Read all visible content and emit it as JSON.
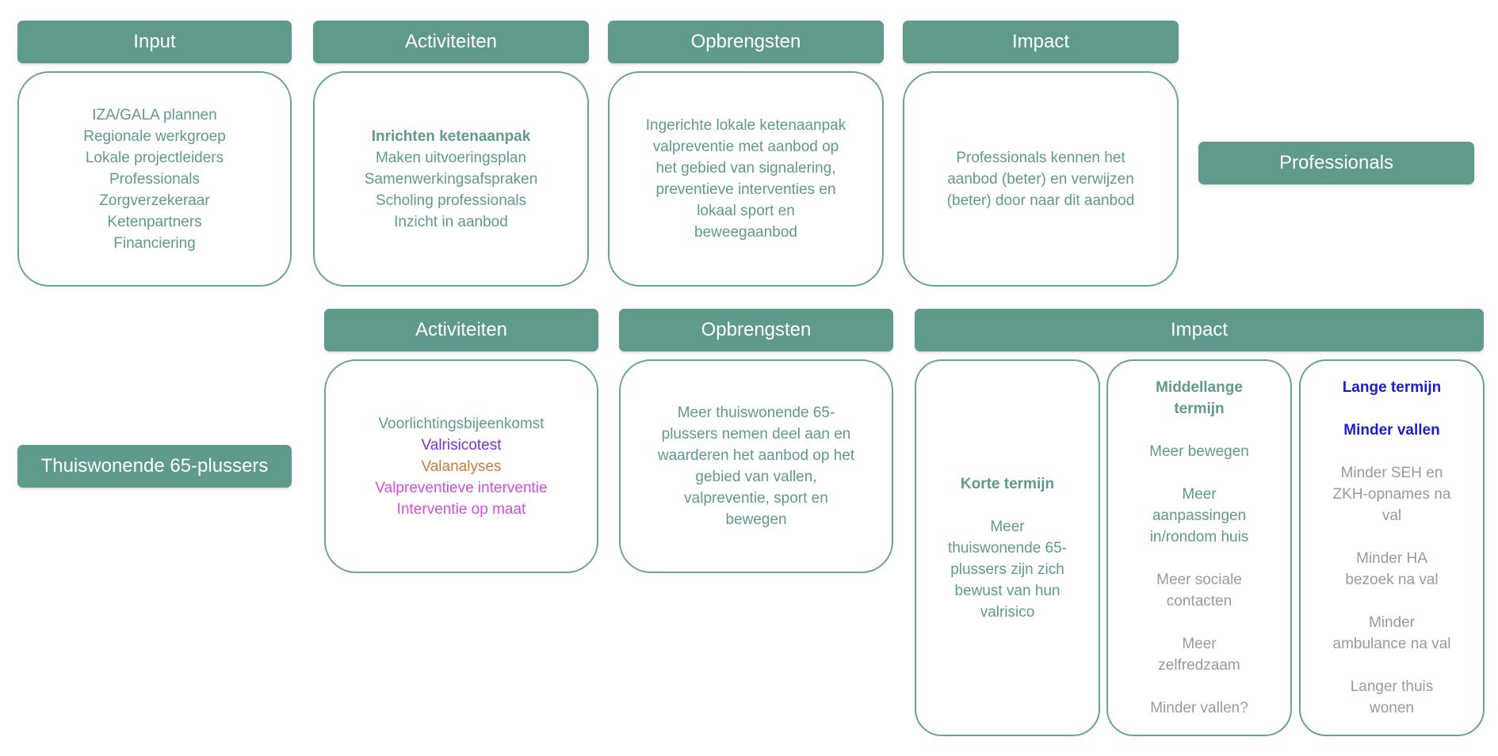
{
  "colors": {
    "header_fill": "#5f9a8d",
    "box_border": "#6aa396",
    "text_teal": "#5f9a8d",
    "valrisicotest": "#7b2fd8",
    "valanalyses": "#cf7a3a",
    "valpreventieve": "#d24fd8",
    "interventie_op_maat": "#d24fd8",
    "long_term": "#1c1ccf",
    "grey": "#9a9a9a"
  },
  "row1": {
    "headers": {
      "input": "Input",
      "activiteiten": "Activiteiten",
      "opbrengsten": "Opbrengsten",
      "impact": "Impact"
    },
    "input_items": [
      "IZA/GALA plannen",
      "Regionale werkgroep",
      "Lokale projectleiders",
      "Professionals",
      "Zorgverzekeraar",
      "Ketenpartners",
      "Financiering"
    ],
    "activiteiten_title": "Inrichten ketenaanpak",
    "activiteiten_items": [
      "Maken uitvoeringsplan",
      "Samenwerkingsafspraken",
      "Scholing professionals",
      "Inzicht in aanbod"
    ],
    "opbrengsten_lines": [
      "Ingerichte lokale ketenaanpak",
      "valpreventie met aanbod op",
      "het gebied van signalering,",
      "preventieve interventies en",
      "lokaal sport en",
      "beweegaanbod"
    ],
    "impact_lines": [
      "Professionals kennen het",
      "aanbod (beter) en verwijzen",
      "(beter) door naar dit aanbod"
    ],
    "target_label": "Professionals"
  },
  "row2": {
    "target_label": "Thuiswonende 65-plussers",
    "headers": {
      "activiteiten": "Activiteiten",
      "opbrengsten": "Opbrengsten",
      "impact": "Impact"
    },
    "activiteiten_items": {
      "voorlichting": "Voorlichtingsbijeenkomst",
      "valrisicotest": "Valrisicotest",
      "valanalyses": "Valanalyses",
      "valpreventieve": "Valpreventieve interventie",
      "op_maat": "Interventie op maat"
    },
    "opbrengsten_lines": [
      "Meer thuiswonende 65-",
      "plussers nemen deel aan en",
      "waarderen het aanbod op het",
      "gebied van vallen,",
      "valpreventie, sport en",
      "bewegen"
    ],
    "korte": {
      "title": "Korte termijn",
      "lines": [
        "Meer",
        "thuiswonende 65-",
        "plussers zijn zich",
        "bewust van hun",
        "valrisico"
      ]
    },
    "middellange": {
      "title_lines": [
        "Middellange",
        "termijn"
      ],
      "meer_bewegen": "Meer bewegen",
      "aanpassingen_lines": [
        "Meer",
        "aanpassingen",
        "in/rondom huis"
      ],
      "sociale_lines": [
        "Meer sociale",
        "contacten"
      ],
      "zelfredzaam_lines": [
        "Meer",
        "zelfredzaam"
      ],
      "minder_vallen_q": "Minder vallen?"
    },
    "lange": {
      "title": "Lange termijn",
      "minder_vallen": "Minder vallen",
      "seh_lines": [
        "Minder SEH en",
        "ZKH-opnames na",
        "val"
      ],
      "ha_lines": [
        "Minder HA",
        "bezoek na val"
      ],
      "ambulance_lines": [
        "Minder",
        "ambulance na val"
      ],
      "thuis_lines": [
        "Langer thuis",
        "wonen"
      ]
    }
  }
}
